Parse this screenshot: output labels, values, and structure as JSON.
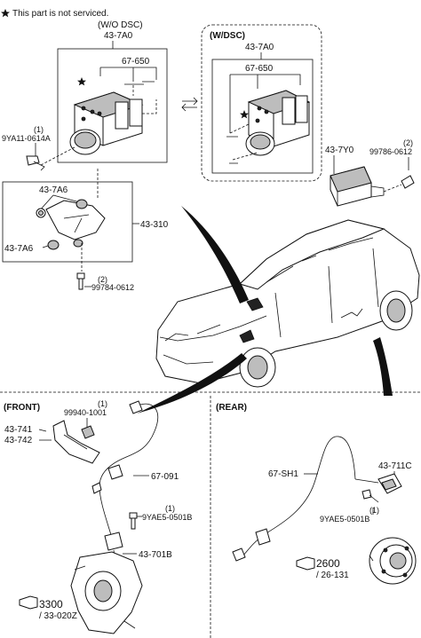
{
  "note": "This part is not serviced.",
  "abs_wo_dsc": {
    "variant": "(W/O DSC)",
    "part": "43-7A0",
    "sub_part": "67-650"
  },
  "abs_w_dsc": {
    "variant": "(W/DSC)",
    "part": "43-7A0",
    "sub_part": "67-650"
  },
  "bolt_left": {
    "qty": "(1)",
    "part": "9YA11-0614A"
  },
  "bracket": {
    "part": "43-310",
    "mount_top": "43-7A6",
    "mount_bottom": "43-7A6"
  },
  "bolt_bracket": {
    "qty": "(2)",
    "part": "99784-0612"
  },
  "dsc_module": {
    "part": "43-7Y0",
    "bolt_qty": "(2)",
    "bolt_part": "99786-0612"
  },
  "front": {
    "title": "(FRONT)",
    "nut_qty": "(1)",
    "nut_part": "99940-1001",
    "bracket_a": "43-741",
    "bracket_b": "43-742",
    "sensor_cable": "67-091",
    "bolt_qty": "(1)",
    "bolt_part": "9YAE5-0501B",
    "sensor": "43-701B",
    "ref": "3300",
    "ref_sub": "/ 33-020Z"
  },
  "rear": {
    "title": "(REAR)",
    "sensor_cable": "67-SH1",
    "sensor": "43-711C",
    "bolt_qty": "(1)",
    "bolt_part": "9YAE5-0501B",
    "ref": "2600",
    "ref_sub": "/ 26-131"
  },
  "icons": [
    "star-icon",
    "exchange-arrows-icon",
    "pointing-hand-icon"
  ]
}
